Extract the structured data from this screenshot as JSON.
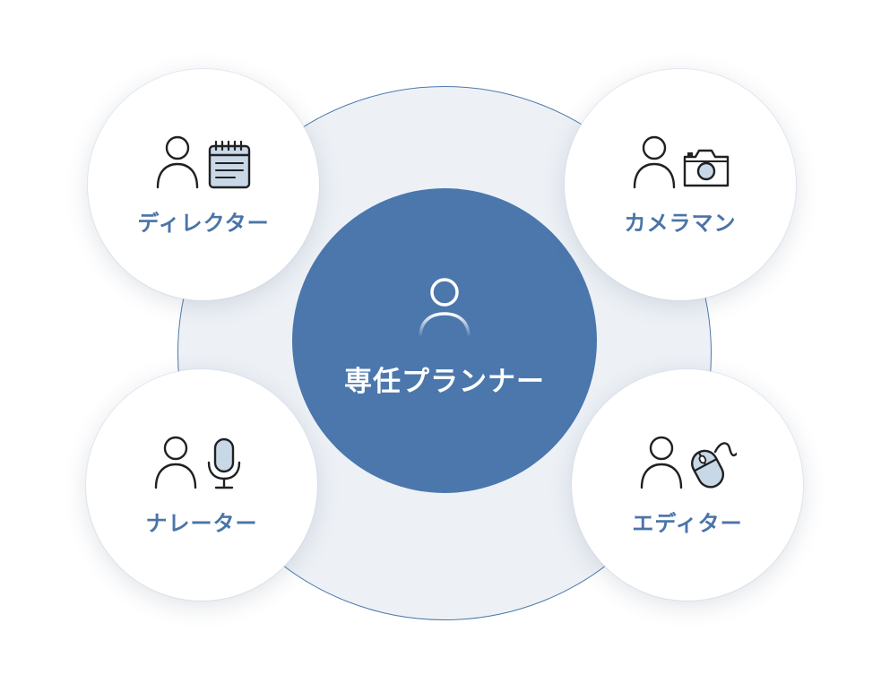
{
  "center": {
    "label": "専任プランナー",
    "icon": "person-icon"
  },
  "roles": [
    {
      "label": "ディレクター",
      "icon": "person-calendar-icon"
    },
    {
      "label": "カメラマン",
      "icon": "person-camera-icon"
    },
    {
      "label": "ナレーター",
      "icon": "person-microphone-icon"
    },
    {
      "label": "エディター",
      "icon": "person-mouse-icon"
    }
  ],
  "colors": {
    "accent": "#4b77ad",
    "ring_fill": "#edf1f6",
    "label": "#4a74a8",
    "icon_stroke": "#1f2124",
    "icon_fill": "#c9d8e6"
  }
}
